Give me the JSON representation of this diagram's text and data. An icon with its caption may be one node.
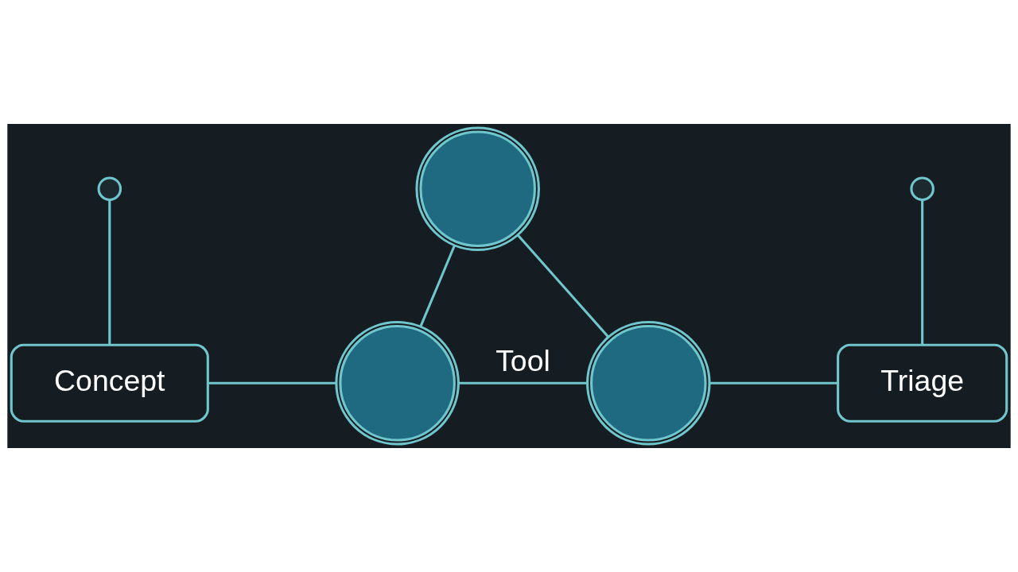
{
  "diagram": {
    "nodes": [
      {
        "text": [],
        "shape": "circle"
      },
      {
        "text": [],
        "shape": "circle"
      },
      {
        "text": [],
        "shape": "circle"
      },
      {
        "text": [
          "Concept"
        ]
      },
      {
        "text": [
          "Triage"
        ]
      },
      {
        "text": [],
        "shape": "circle"
      },
      {
        "text": [],
        "shape": "circle"
      }
    ],
    "edges": [
      {
        "from": 0,
        "to": 1,
        "arrow": "none"
      },
      {
        "from": 0,
        "to": 2,
        "arrow": "none"
      },
      {
        "from": 1,
        "to": 2,
        "arrow": "none",
        "label": "Tool"
      },
      {
        "from": 3,
        "to": 1,
        "arrow": "none"
      },
      {
        "from": 2,
        "to": 4,
        "arrow": "none"
      },
      {
        "from": 5,
        "to": 3,
        "arrow": "none"
      },
      {
        "from": 6,
        "to": 4,
        "arrow": "none"
      }
    ]
  }
}
